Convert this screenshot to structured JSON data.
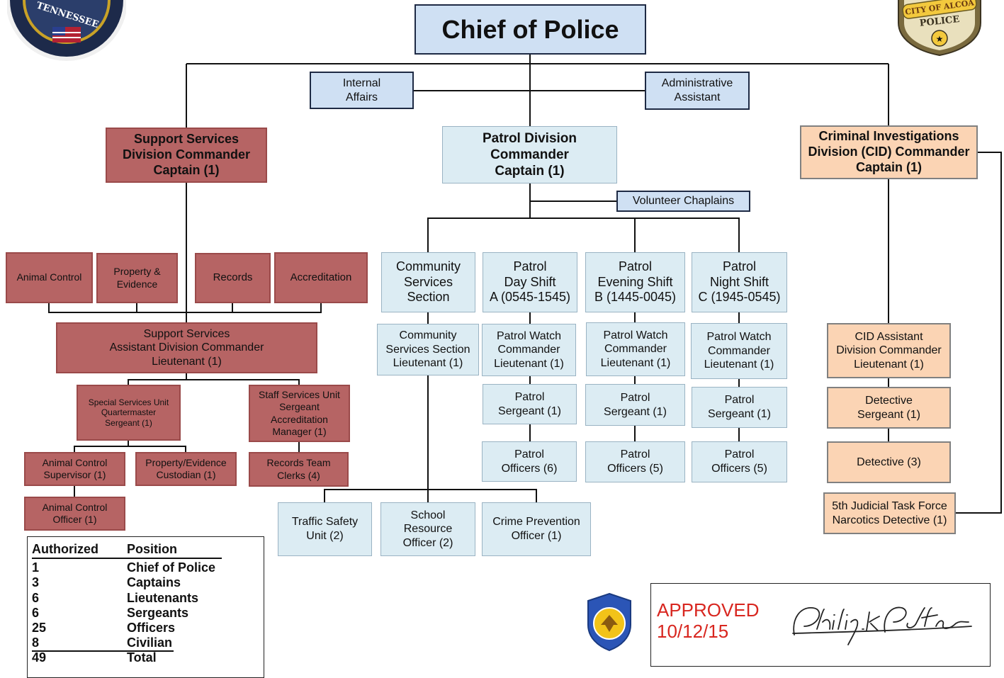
{
  "title": "Chief of Police",
  "boxes": {
    "internal_affairs": "Internal\nAffairs",
    "admin_assistant": "Administrative\nAssistant",
    "support_commander": "Support Services\nDivision Commander\nCaptain (1)",
    "patrol_commander": "Patrol Division\nCommander\nCaptain (1)",
    "cid_commander": "Criminal Investigations\nDivision (CID) Commander\nCaptain (1)",
    "volunteer_chaplains": "Volunteer Chaplains",
    "animal_control": "Animal Control",
    "property_evidence": "Property &\nEvidence",
    "records": "Records",
    "accreditation": "Accreditation",
    "support_asst_commander": "Support Services\nAssistant Division Commander\nLieutenant (1)",
    "special_services_unit": "Special Services Unit\nQuartermaster\nSergeant (1)",
    "staff_services_unit": "Staff Services Unit\nSergeant\nAccreditation\nManager (1)",
    "animal_control_supervisor": "Animal Control\nSupervisor (1)",
    "property_evidence_custodian": "Property/Evidence\nCustodian (1)",
    "records_team_clerks": "Records Team\nClerks (4)",
    "animal_control_officer": "Animal Control\nOfficer (1)",
    "community_services_section": "Community\nServices\nSection",
    "patrol_day_shift": "Patrol\nDay Shift\nA (0545-1545)",
    "patrol_evening_shift": "Patrol\nEvening Shift\nB (1445-0045)",
    "patrol_night_shift": "Patrol\nNight Shift\nC (1945-0545)",
    "community_services_lt": "Community\nServices Section\nLieutenant (1)",
    "watch_commander_a": "Patrol Watch\nCommander\nLieutenant (1)",
    "watch_commander_b": "Patrol Watch\nCommander\nLieutenant (1)",
    "watch_commander_c": "Patrol Watch\nCommander\nLieutenant (1)",
    "patrol_sergeant_a": "Patrol\nSergeant (1)",
    "patrol_sergeant_b": "Patrol\nSergeant (1)",
    "patrol_sergeant_c": "Patrol\nSergeant (1)",
    "patrol_officers_a": "Patrol\nOfficers (6)",
    "patrol_officers_b": "Patrol\nOfficers (5)",
    "patrol_officers_c": "Patrol\nOfficers (5)",
    "traffic_safety_unit": "Traffic Safety\nUnit (2)",
    "school_resource_officer": "School\nResource\nOfficer (2)",
    "crime_prevention_officer": "Crime Prevention\nOfficer (1)",
    "cid_assistant_commander": "CID Assistant\nDivision Commander\nLieutenant (1)",
    "detective_sergeant": "Detective\nSergeant (1)",
    "detective": "Detective (3)",
    "task_force_detective": "5th Judicial Task Force\nNarcotics Detective (1)"
  },
  "legend": {
    "header": {
      "authorized": "Authorized",
      "position": "Position"
    },
    "rows": [
      {
        "authorized": "1",
        "position": "Chief of Police"
      },
      {
        "authorized": "3",
        "position": "Captains"
      },
      {
        "authorized": "6",
        "position": "Lieutenants"
      },
      {
        "authorized": "6",
        "position": "Sergeants"
      },
      {
        "authorized": "25",
        "position": "Officers"
      },
      {
        "authorized": "8",
        "position": "Civilian"
      }
    ],
    "total": {
      "authorized": "49",
      "position": "Total"
    }
  },
  "approval": {
    "status": "APPROVED",
    "date": "10/12/15",
    "signature": "Philip K. Potter"
  },
  "badges": {
    "left_seal": "TENNESSEE",
    "right_badge_line1": "CITY OF ALCOA",
    "right_badge_line2": "POLICE"
  },
  "colors": {
    "chief_box": "#cfe0f3",
    "patrol_box": "#dcecf3",
    "support_box": "#b66464",
    "cid_box": "#fbd4b4",
    "approved_text": "#d8261f"
  }
}
